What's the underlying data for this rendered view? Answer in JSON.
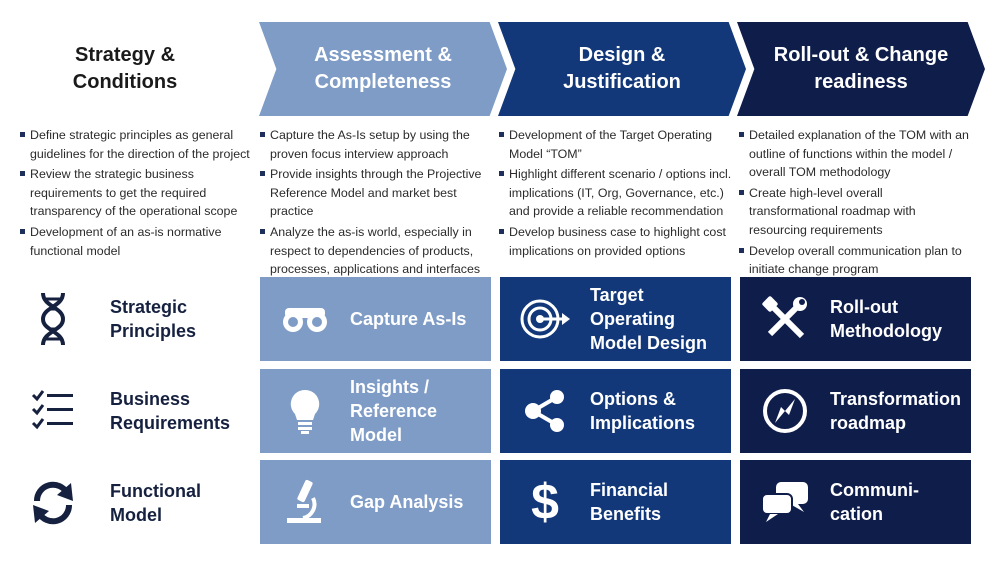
{
  "phases": [
    {
      "title": "Strategy & Conditions"
    },
    {
      "title": "Assessment & Completeness"
    },
    {
      "title": "Design & Justification"
    },
    {
      "title": "Roll-out & Change readiness"
    }
  ],
  "bullets": [
    [
      "Define strategic principles as general guidelines for the direction of the project",
      "Review the strategic business requirements to get the required transparency of the operational scope",
      "Development of an as-is normative functional model"
    ],
    [
      "Capture the As-Is setup by using the proven focus interview approach",
      "Provide insights through the Projective Reference Model and market best practice",
      "Analyze the as-is world, especially in respect to dependencies of products, processes, applications and interfaces"
    ],
    [
      "Development of the Target Operating Model “TOM”",
      "Highlight different scenario / options incl. implications (IT, Org, Governance, etc.) and provide a reliable recommendation",
      "Develop business case to highlight cost implications on provided options"
    ],
    [
      "Detailed explanation of the TOM with an outline of functions within the model / overall TOM methodology",
      "Create high-level overall transformational roadmap with resourcing requirements",
      "Develop overall communication plan to initiate change program"
    ]
  ],
  "rows": [
    {
      "label": "Strategic Principles",
      "icon": "dna-icon"
    },
    {
      "label": "Business Requirements",
      "icon": "checklist-icon"
    },
    {
      "label": "Functional Model",
      "icon": "cycle-arrows-icon"
    }
  ],
  "cards": [
    [
      {
        "label": "Capture As-Is",
        "icon": "binoculars-icon"
      },
      {
        "label": "Target Operating Model Design",
        "icon": "target-icon"
      },
      {
        "label": "Roll-out Methodology",
        "icon": "tools-icon"
      }
    ],
    [
      {
        "label": "Insights / Reference Model",
        "icon": "lightbulb-icon"
      },
      {
        "label": "Options & Implications",
        "icon": "share-icon"
      },
      {
        "label": "Transformation roadmap",
        "icon": "compass-icon"
      }
    ],
    [
      {
        "label": "Gap Analysis",
        "icon": "microscope-icon"
      },
      {
        "label": "Financial Benefits",
        "icon": "dollar-icon"
      },
      {
        "label": "Communi-cation",
        "icon": "chat-bubbles-icon"
      }
    ]
  ],
  "colors": {
    "phase1": "#7f9cc6",
    "phase2": "#12387a",
    "phase3": "#0f1d4b",
    "text_dark": "#16213f"
  }
}
